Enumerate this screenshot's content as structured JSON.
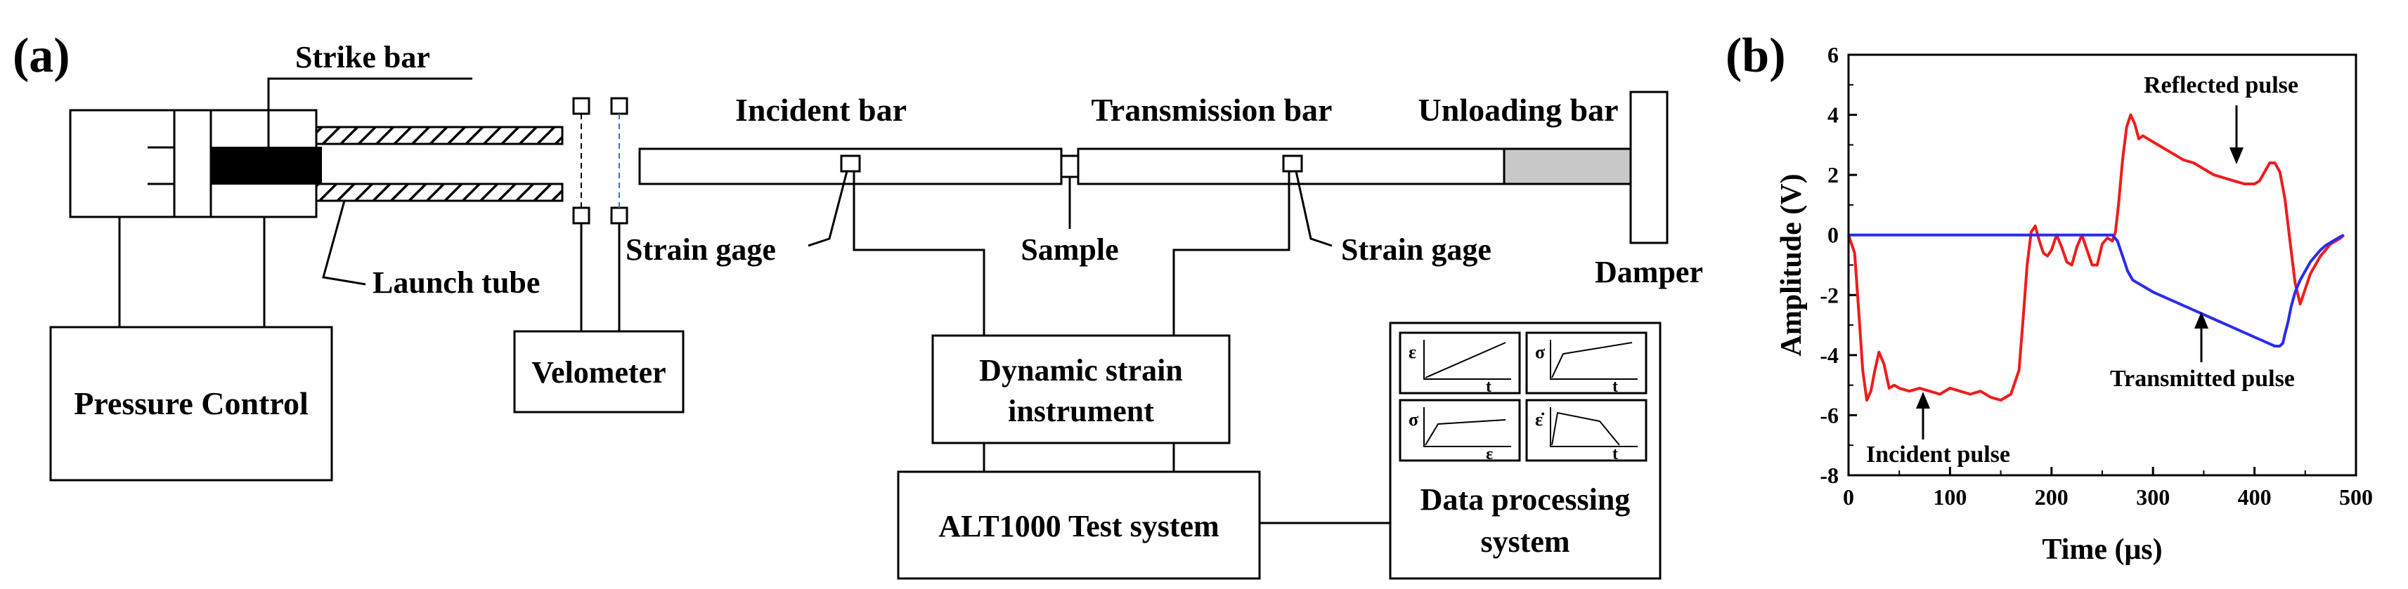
{
  "panel_a": {
    "label": "(a)",
    "strike_bar": "Strike bar",
    "launch_tube": "Launch tube",
    "pressure_control": "Pressure Control",
    "velometer": "Velometer",
    "incident_bar": "Incident bar",
    "transmission_bar": "Transmission bar",
    "unloading_bar": "Unloading bar",
    "strain_gage_left": "Strain gage",
    "strain_gage_right": "Strain gage",
    "sample": "Sample",
    "damper": "Damper",
    "dynamic_strain_line1": "Dynamic strain",
    "dynamic_strain_line2": "instrument",
    "test_system": "ALT1000 Test system",
    "data_processing_line1": "Data processing",
    "data_processing_line2": "system",
    "mini_plots": [
      {
        "y": "ε",
        "x": "t"
      },
      {
        "y": "σ",
        "x": "t"
      },
      {
        "y": "σ",
        "x": "ε"
      },
      {
        "y": "ε̇",
        "x": "t"
      }
    ]
  },
  "panel_b": {
    "label": "(b)",
    "annotation_reflected": "Reflected pulse",
    "annotation_transmitted": "Transmitted pulse",
    "annotation_incident": "Incident pulse"
  },
  "chart_data": {
    "type": "line",
    "xlabel": "Time (μs)",
    "ylabel": "Amplitude (V)",
    "xlim": [
      0,
      500
    ],
    "ylim": [
      -8,
      6
    ],
    "xticks": [
      0,
      100,
      200,
      300,
      400,
      500
    ],
    "yticks": [
      -8,
      -6,
      -4,
      -2,
      0,
      2,
      4,
      6
    ],
    "grid": false,
    "series": [
      {
        "color": "#ee1c1c",
        "x": [
          0,
          6,
          10,
          14,
          18,
          22,
          26,
          30,
          35,
          40,
          45,
          50,
          60,
          70,
          80,
          90,
          100,
          110,
          120,
          130,
          140,
          150,
          160,
          168,
          172,
          176,
          180,
          184,
          188,
          192,
          196,
          200,
          205,
          210,
          215,
          220,
          225,
          230,
          235,
          240,
          245,
          250,
          255,
          260,
          263,
          266,
          270,
          274,
          278,
          282,
          286,
          290,
          295,
          300,
          310,
          320,
          330,
          340,
          350,
          360,
          370,
          380,
          390,
          400,
          405,
          410,
          415,
          420,
          425,
          430,
          435,
          440,
          445,
          450,
          455,
          460,
          465,
          470,
          475,
          480,
          485,
          488
        ],
        "y": [
          0,
          -0.6,
          -2.5,
          -4.5,
          -5.5,
          -5.2,
          -4.5,
          -3.9,
          -4.3,
          -5.1,
          -5.0,
          -5.1,
          -5.2,
          -5.1,
          -5.2,
          -5.3,
          -5.1,
          -5.2,
          -5.3,
          -5.2,
          -5.4,
          -5.5,
          -5.3,
          -4.5,
          -2.8,
          -1.0,
          0.1,
          0.3,
          -0.2,
          -0.6,
          -0.7,
          -0.5,
          0,
          -0.4,
          -0.9,
          -1.0,
          -0.4,
          0,
          -0.5,
          -1.0,
          -1.0,
          -0.3,
          -0.1,
          -0.2,
          0.1,
          1.0,
          2.5,
          3.6,
          4.0,
          3.7,
          3.2,
          3.3,
          3.2,
          3.1,
          2.9,
          2.7,
          2.5,
          2.4,
          2.2,
          2.0,
          1.9,
          1.8,
          1.7,
          1.7,
          1.8,
          2.1,
          2.4,
          2.4,
          2.1,
          1.2,
          -0.2,
          -1.6,
          -2.3,
          -1.8,
          -1.3,
          -1.0,
          -0.7,
          -0.5,
          -0.3,
          -0.2,
          -0.1,
          0
        ]
      },
      {
        "color": "#2b2bee",
        "x": [
          0,
          100,
          200,
          255,
          260,
          265,
          270,
          275,
          280,
          285,
          290,
          300,
          320,
          340,
          360,
          380,
          400,
          410,
          420,
          425,
          428,
          430,
          433,
          436,
          440,
          445,
          450,
          455,
          460,
          465,
          470,
          475,
          480,
          485,
          488
        ],
        "y": [
          0,
          0,
          0,
          0,
          0,
          -0.2,
          -0.7,
          -1.2,
          -1.5,
          -1.6,
          -1.7,
          -1.9,
          -2.2,
          -2.5,
          -2.8,
          -3.1,
          -3.4,
          -3.55,
          -3.7,
          -3.7,
          -3.6,
          -3.3,
          -2.9,
          -2.4,
          -1.9,
          -1.5,
          -1.2,
          -0.9,
          -0.7,
          -0.5,
          -0.35,
          -0.25,
          -0.15,
          -0.05,
          0
        ]
      }
    ]
  }
}
